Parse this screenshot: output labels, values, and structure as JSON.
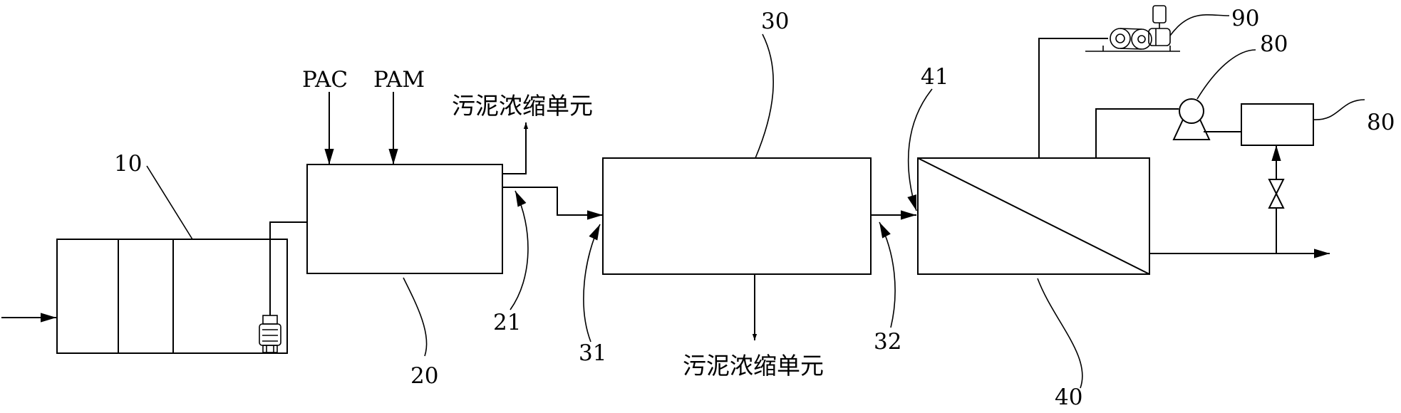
{
  "labels": {
    "ref_10": "10",
    "ref_20": "20",
    "ref_21": "21",
    "ref_30": "30",
    "ref_31": "31",
    "ref_32": "32",
    "ref_40": "40",
    "ref_41": "41",
    "ref_80_pump": "80",
    "ref_80_tank": "80",
    "ref_90": "90",
    "chem_pac": "PAC",
    "chem_pam": "PAM",
    "sludge_unit_1": "污泥浓缩单元",
    "sludge_unit_2": "污泥浓缩单元"
  },
  "icons": {
    "submersible_pump": "submersible-pump-icon",
    "blower": "blower-icon",
    "dosing_pump": "dosing-pump-icon",
    "valve": "valve-icon"
  },
  "colors": {
    "line": "#000000",
    "background": "#ffffff"
  }
}
